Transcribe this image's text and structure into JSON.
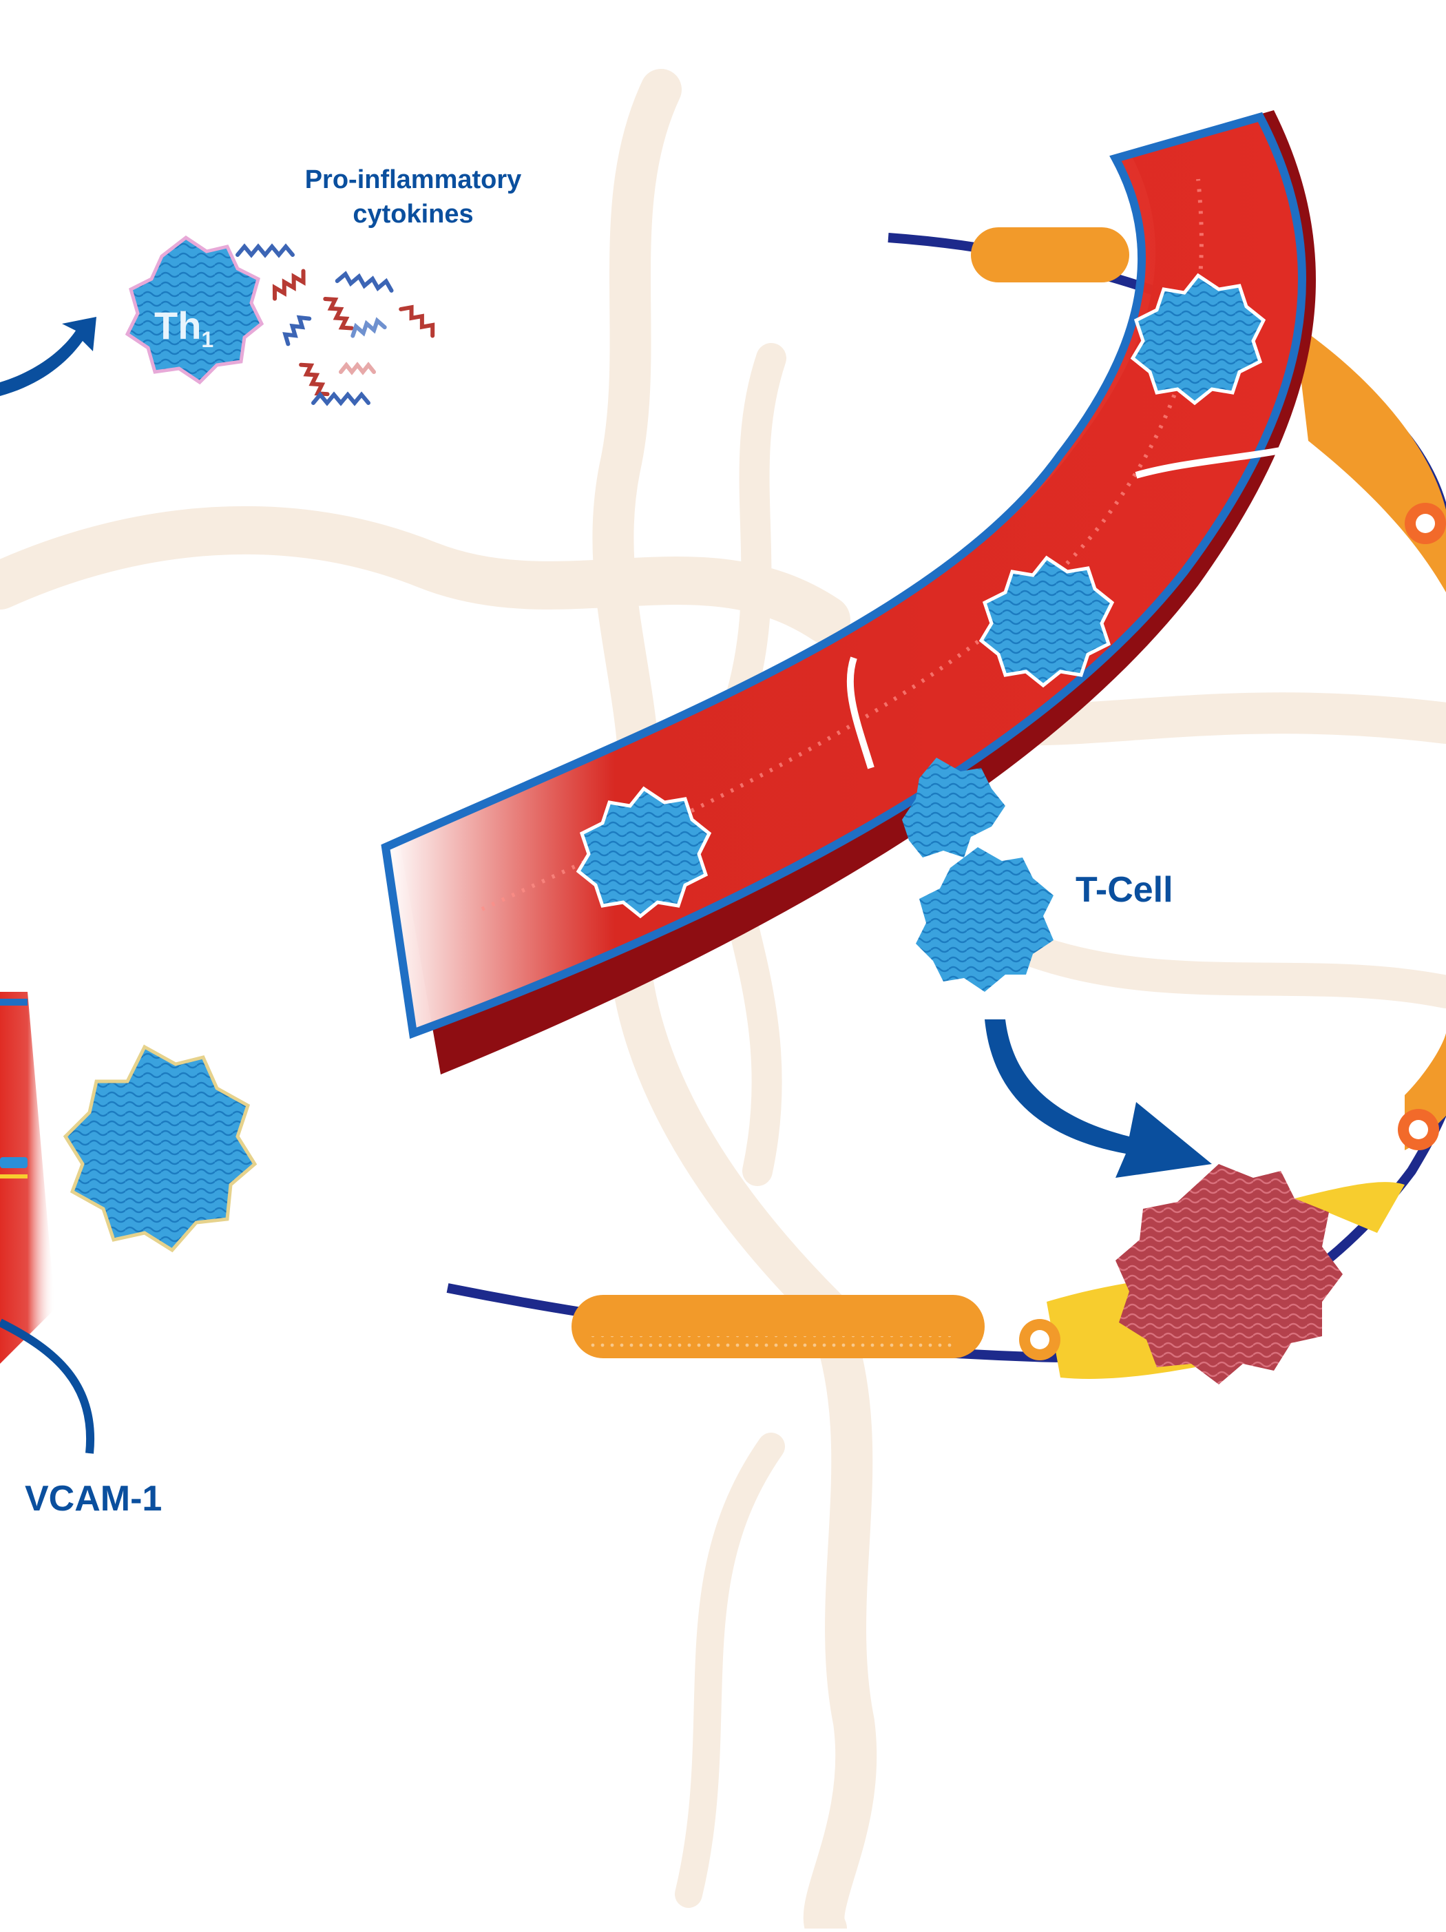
{
  "labels": {
    "cytokines_line1": "Pro-inflammatory",
    "cytokines_line2": "cytokines",
    "th1_main": "Th",
    "th1_sub": "1",
    "tcell": "T-Cell",
    "vcam": "VCAM-1"
  },
  "colors": {
    "label_blue": "#0a4f9e",
    "vessel_red": "#e02c24",
    "vessel_dark_red": "#8e0d12",
    "vessel_wall_blue": "#1f6fc4",
    "cell_blue": "#3aa2de",
    "myelin_orange": "#f29a2a",
    "damaged_myelin_yellow": "#f7cd2e",
    "axon_navy": "#1d2a8c",
    "fiber_cream": "#f7ece0",
    "damaged_cell_red": "#b4414c"
  }
}
